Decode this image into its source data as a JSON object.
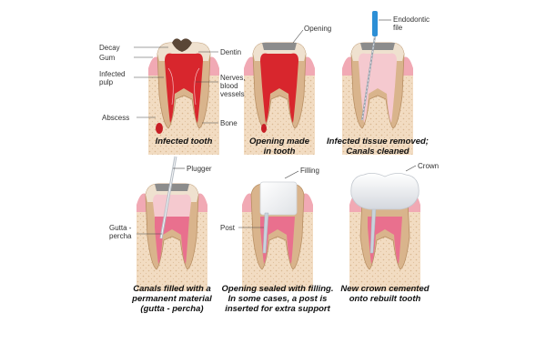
{
  "panels": [
    {
      "caption": [
        "Infected tooth"
      ],
      "labels": {
        "decay": "Decay",
        "gum": "Gum",
        "infected_pulp": [
          "Infected",
          "pulp"
        ],
        "abscess": "Abscess",
        "dentin": "Dentin",
        "nerves": [
          "Nerves,",
          "blood",
          "vessels"
        ],
        "bone": "Bone"
      }
    },
    {
      "caption": [
        "Opening made",
        "in tooth"
      ],
      "labels": {
        "opening": "Opening"
      }
    },
    {
      "caption": [
        "Infected tissue removed;",
        "Canals cleaned"
      ],
      "labels": {
        "file": [
          "Endodontic",
          "file"
        ]
      }
    },
    {
      "caption": [
        "Canals filled with a",
        "permanent material",
        "(gutta - percha)"
      ],
      "labels": {
        "plugger": "Plugger",
        "gutta": [
          "Gutta -",
          "percha"
        ]
      }
    },
    {
      "caption": [
        "Opening sealed with filling.",
        "In some cases, a post is",
        "inserted for extra support"
      ],
      "labels": {
        "filling": "Filling",
        "post": "Post"
      }
    },
    {
      "caption": [
        "New crown cemented",
        "onto rebuilt tooth"
      ],
      "labels": {
        "crown": "Crown"
      }
    }
  ],
  "colors": {
    "bone": "#f2dcc2",
    "gum": "#f1a9b4",
    "enamel": "#f2e9da",
    "dentin": "#d9b48c",
    "pulp_infected": "#d8262d",
    "pulp_healthy": "#f5c9cf",
    "gutta": "#e9708e",
    "filling": "#eceef0",
    "crown": "#f4f5f7"
  }
}
